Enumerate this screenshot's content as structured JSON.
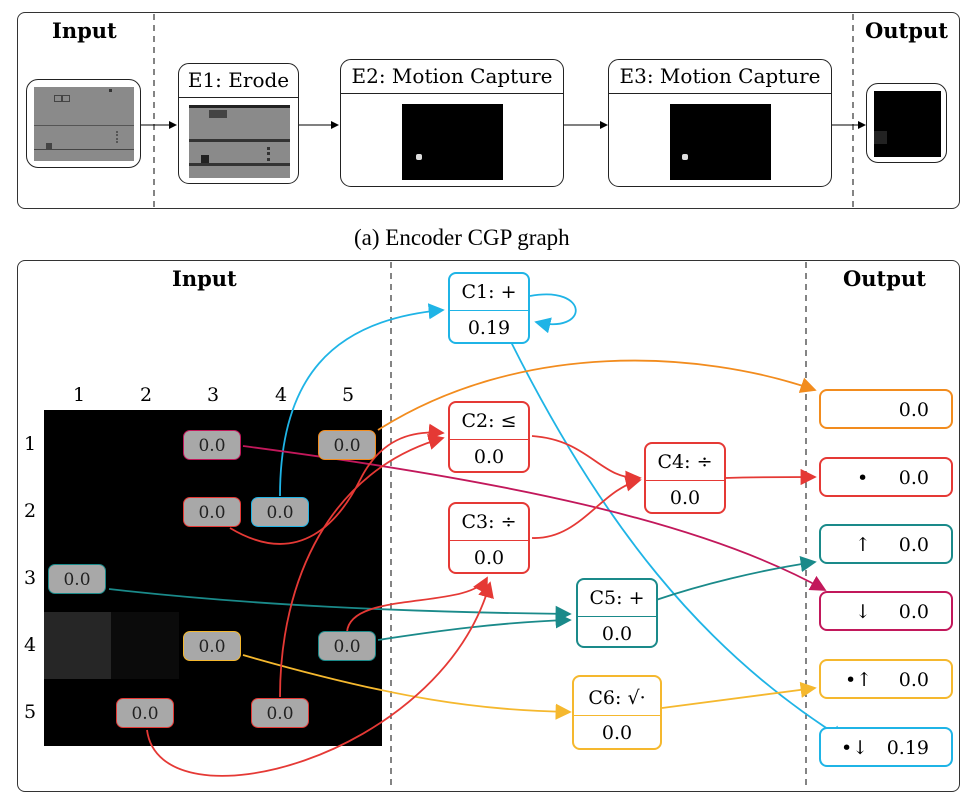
{
  "top": {
    "input_label": "Input",
    "output_label": "Output",
    "encoders": [
      {
        "title": "E1: Erode"
      },
      {
        "title": "E2: Motion Capture"
      },
      {
        "title": "E3: Motion Capture"
      }
    ],
    "caption": "(a) Encoder CGP graph"
  },
  "bottom": {
    "input_label": "Input",
    "output_label": "Output",
    "col_labels": [
      "1",
      "2",
      "3",
      "4",
      "5"
    ],
    "row_labels": [
      "1",
      "2",
      "3",
      "4",
      "5"
    ],
    "cells": [
      {
        "pos": "1,3",
        "value": "0.0",
        "color": "#c2185b"
      },
      {
        "pos": "1,5",
        "value": "0.0",
        "color": "#f28c1e"
      },
      {
        "pos": "2,3",
        "value": "0.0",
        "color": "#e53935"
      },
      {
        "pos": "2,4",
        "value": "0.0",
        "color": "#1fb4e6"
      },
      {
        "pos": "3,1",
        "value": "0.0",
        "color": "#1a8a8a"
      },
      {
        "pos": "4,3",
        "value": "0.0",
        "color": "#f5b82e"
      },
      {
        "pos": "4,5",
        "value": "0.0",
        "color": "#1a8a8a"
      },
      {
        "pos": "5,2",
        "value": "0.0",
        "color": "#e53935"
      },
      {
        "pos": "5,4",
        "value": "0.0",
        "color": "#e53935"
      }
    ],
    "nodes": [
      {
        "id": "C1",
        "op": "C1: +",
        "value": "0.19",
        "color": "#1fb4e6"
      },
      {
        "id": "C2",
        "op": "C2: ≤",
        "value": "0.0",
        "color": "#e53935"
      },
      {
        "id": "C3",
        "op": "C3: ÷",
        "value": "0.0",
        "color": "#e53935"
      },
      {
        "id": "C4",
        "op": "C4: ÷",
        "value": "0.0",
        "color": "#e53935"
      },
      {
        "id": "C5",
        "op": "C5: +",
        "value": "0.0",
        "color": "#1a8a8a"
      },
      {
        "id": "C6",
        "op": "C6: √·",
        "value": "0.0",
        "color": "#f5b82e"
      }
    ],
    "outputs": [
      {
        "symbol": "",
        "value": "0.0",
        "color": "#f28c1e"
      },
      {
        "symbol": "•",
        "value": "0.0",
        "color": "#e53935"
      },
      {
        "symbol": "↑",
        "value": "0.0",
        "color": "#1a8a8a"
      },
      {
        "symbol": "↓",
        "value": "0.0",
        "color": "#c2185b"
      },
      {
        "symbol": "•↑",
        "value": "0.0",
        "color": "#f5b82e"
      },
      {
        "symbol": "•↓",
        "value": "0.19",
        "color": "#1fb4e6"
      }
    ]
  }
}
